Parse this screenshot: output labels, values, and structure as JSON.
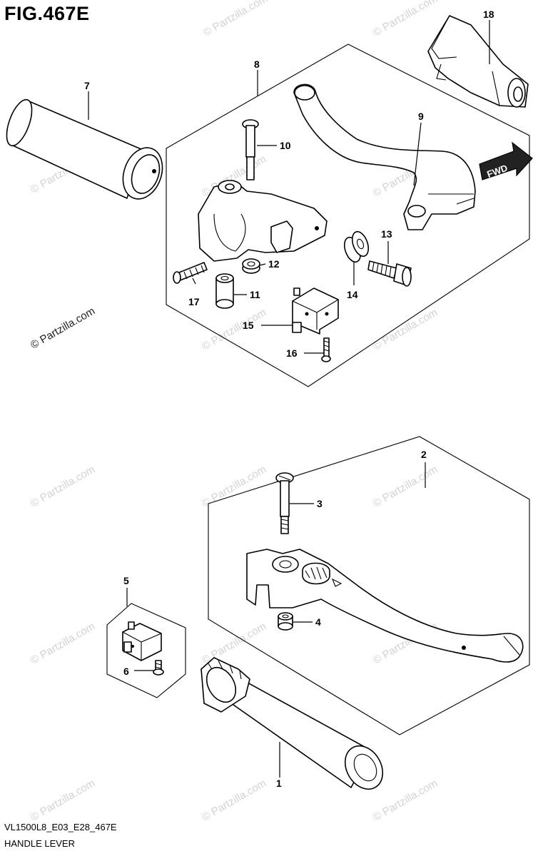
{
  "figure": {
    "title": "FIG.467E",
    "code": "VL1500L8_E03_E28_467E",
    "name": "HANDLE LEVER"
  },
  "watermark": "© Partzilla.com",
  "fwd_label": "FWD",
  "callouts": [
    {
      "id": "1",
      "label": "1"
    },
    {
      "id": "2",
      "label": "2"
    },
    {
      "id": "3",
      "label": "3"
    },
    {
      "id": "4",
      "label": "4"
    },
    {
      "id": "5",
      "label": "5"
    },
    {
      "id": "6",
      "label": "6"
    },
    {
      "id": "7",
      "label": "7"
    },
    {
      "id": "8",
      "label": "8"
    },
    {
      "id": "9",
      "label": "9"
    },
    {
      "id": "10",
      "label": "10"
    },
    {
      "id": "11",
      "label": "11"
    },
    {
      "id": "12",
      "label": "12"
    },
    {
      "id": "13",
      "label": "13"
    },
    {
      "id": "14",
      "label": "14"
    },
    {
      "id": "15",
      "label": "15"
    },
    {
      "id": "16",
      "label": "16"
    },
    {
      "id": "17",
      "label": "17"
    },
    {
      "id": "18",
      "label": "18"
    }
  ],
  "colors": {
    "line": "#000000",
    "watermark": "#d3d3d3",
    "background": "#ffffff"
  }
}
